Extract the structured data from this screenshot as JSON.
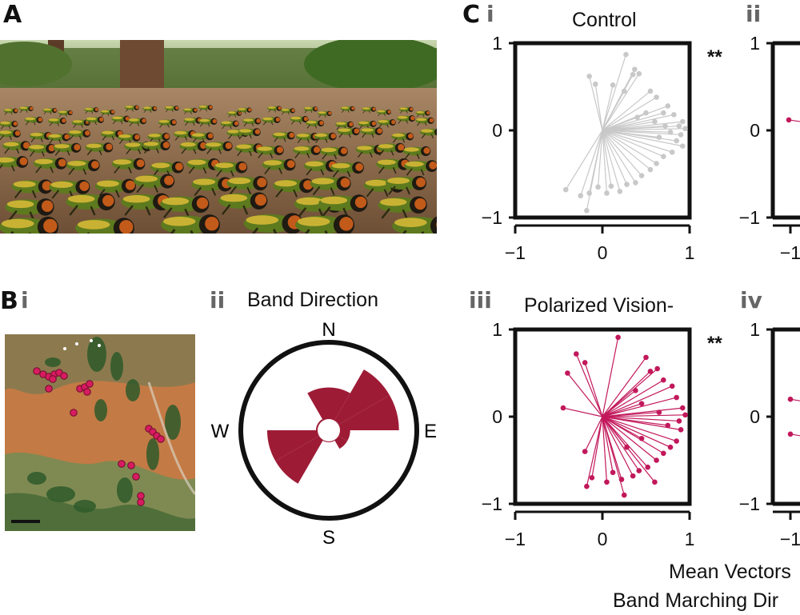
{
  "panels": {
    "A": {
      "letter": "A"
    },
    "B": {
      "letter": "B",
      "sub_i": "i",
      "sub_ii": "ii",
      "rose_title": "Band Direction",
      "compass": {
        "N": "N",
        "E": "E",
        "S": "S",
        "W": "W"
      }
    },
    "C": {
      "letter": "C",
      "sub_i": "i",
      "sub_ii": "ii",
      "sub_iii": "iii",
      "sub_iv": "iv",
      "title_i": "Control",
      "title_iii": "Polarized Vision-",
      "sig_i": "**",
      "sig_iii": "**",
      "xlabel_line1": "Mean Vectors",
      "xlabel_line2": "Band Marching Dir"
    }
  },
  "colors": {
    "control": "#c8c8c8",
    "treatment": "#c2185b",
    "rose": "#9e1b36",
    "map_point": "#d81b60"
  },
  "chart_data": [
    {
      "type": "scatter",
      "panel": "C i",
      "title": "Control",
      "xlim": [
        -1,
        1
      ],
      "ylim": [
        -1,
        1
      ],
      "xticks": [
        "−1",
        "0",
        "1"
      ],
      "yticks": [
        "1",
        "0",
        "−1"
      ],
      "annotation": "**",
      "points": [
        [
          0.27,
          0.87
        ],
        [
          0.35,
          0.64
        ],
        [
          0.42,
          0.65
        ],
        [
          0.37,
          0.7
        ],
        [
          -0.15,
          0.62
        ],
        [
          -0.08,
          0.53
        ],
        [
          0.12,
          0.52
        ],
        [
          0.25,
          0.45
        ],
        [
          0.55,
          0.45
        ],
        [
          0.62,
          0.38
        ],
        [
          0.7,
          0.2
        ],
        [
          0.82,
          0.18
        ],
        [
          0.92,
          0.1
        ],
        [
          0.95,
          0.02
        ],
        [
          0.9,
          -0.05
        ],
        [
          0.85,
          -0.12
        ],
        [
          0.92,
          -0.18
        ],
        [
          0.8,
          -0.25
        ],
        [
          0.7,
          -0.3
        ],
        [
          0.62,
          -0.38
        ],
        [
          0.55,
          -0.45
        ],
        [
          0.45,
          -0.52
        ],
        [
          0.38,
          -0.6
        ],
        [
          0.28,
          -0.62
        ],
        [
          0.2,
          -0.7
        ],
        [
          0.1,
          -0.64
        ],
        [
          0.05,
          -0.72
        ],
        [
          -0.05,
          -0.65
        ],
        [
          -0.15,
          -0.72
        ],
        [
          -0.25,
          -0.75
        ],
        [
          -0.42,
          -0.68
        ],
        [
          -0.18,
          -0.92
        ],
        [
          0.72,
          0.05
        ],
        [
          0.78,
          -0.02
        ],
        [
          0.65,
          -0.08
        ],
        [
          0.88,
          0.05
        ],
        [
          0.6,
          0.1
        ],
        [
          0.75,
          0.28
        ],
        [
          0.5,
          0.2
        ],
        [
          0.4,
          0.15
        ]
      ]
    },
    {
      "type": "scatter",
      "panel": "C iii",
      "title": "Polarized Vision-",
      "xlim": [
        -1,
        1
      ],
      "ylim": [
        -1,
        1
      ],
      "xticks": [
        "−1",
        "0",
        "1"
      ],
      "yticks": [
        "1",
        "0",
        "−1"
      ],
      "annotation": "**",
      "points": [
        [
          0.18,
          0.91
        ],
        [
          -0.3,
          0.72
        ],
        [
          -0.2,
          0.62
        ],
        [
          0.5,
          0.68
        ],
        [
          0.55,
          0.52
        ],
        [
          0.63,
          0.55
        ],
        [
          0.7,
          0.42
        ],
        [
          0.8,
          0.35
        ],
        [
          0.85,
          0.22
        ],
        [
          0.92,
          0.1
        ],
        [
          0.95,
          0.02
        ],
        [
          0.88,
          -0.05
        ],
        [
          0.9,
          -0.15
        ],
        [
          0.85,
          -0.28
        ],
        [
          0.78,
          -0.35
        ],
        [
          0.7,
          -0.42
        ],
        [
          0.62,
          -0.5
        ],
        [
          0.52,
          -0.58
        ],
        [
          0.42,
          -0.62
        ],
        [
          0.35,
          -0.68
        ],
        [
          0.22,
          -0.72
        ],
        [
          0.12,
          -0.64
        ],
        [
          0.05,
          -0.75
        ],
        [
          -0.12,
          -0.7
        ],
        [
          -0.18,
          -0.8
        ],
        [
          0.25,
          -0.9
        ],
        [
          0.6,
          -0.75
        ],
        [
          -0.4,
          0.5
        ],
        [
          -0.45,
          0.1
        ],
        [
          -0.2,
          -0.4
        ],
        [
          0.38,
          0.3
        ],
        [
          0.45,
          0.15
        ],
        [
          0.65,
          0.05
        ],
        [
          0.75,
          -0.1
        ],
        [
          0.28,
          -0.35
        ],
        [
          0.45,
          -0.25
        ]
      ]
    },
    {
      "type": "rose",
      "panel": "B ii",
      "title": "Band Direction",
      "bins_deg": [
        0,
        30,
        60,
        90,
        120,
        150,
        180,
        210,
        240,
        270,
        300,
        330
      ],
      "radii": [
        0.5,
        0.82,
        0.82,
        0.25,
        0.25,
        0.14,
        0.14,
        0.72,
        0.72,
        0.15,
        0.15,
        0.5
      ]
    }
  ]
}
